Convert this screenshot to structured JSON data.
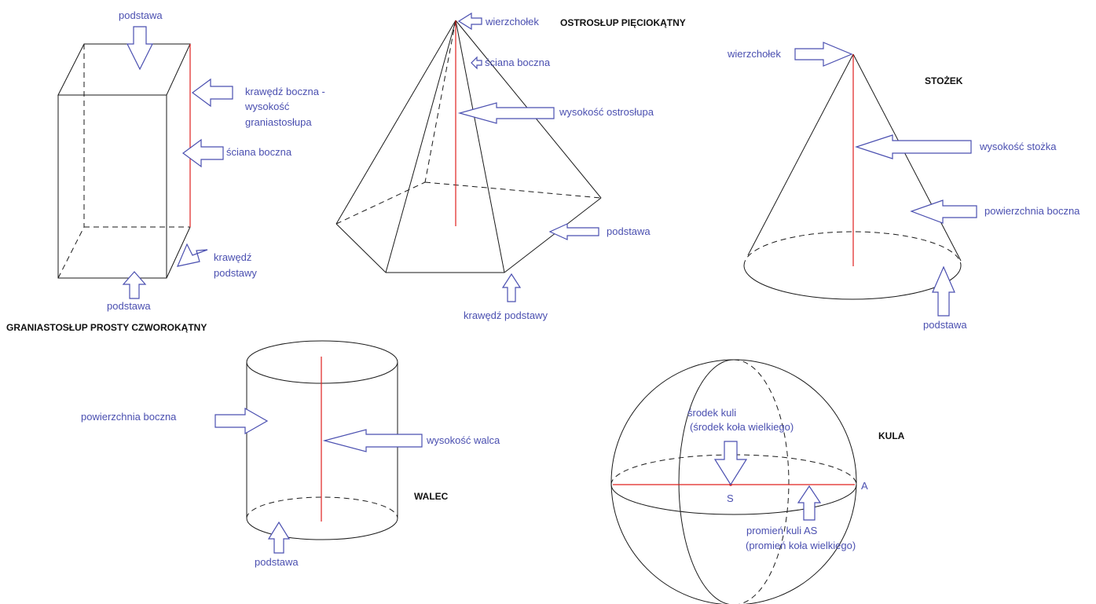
{
  "colors": {
    "label": "#4a4fb0",
    "edge": "#1a1a1a",
    "height_line": "#e0201e",
    "title": "#111111"
  },
  "prism": {
    "title": "GRANIASTOSŁUP PROSTY CZWOROKĄTNY",
    "label_top_base": "podstawa",
    "label_lateral_edge_1": "krawędź boczna -",
    "label_lateral_edge_2": "wysokość",
    "label_lateral_edge_3": "graniastosłupa",
    "label_lateral_face": "ściana boczna",
    "label_base_edge_1": "krawędź",
    "label_base_edge_2": "podstawy",
    "label_bottom_base": "podstawa"
  },
  "pyramid": {
    "title": "OSTROSŁUP PIĘCIOKĄTNY",
    "label_apex": "wierzchołek",
    "label_lateral_face": "ściana boczna",
    "label_height": "wysokość ostrosłupa",
    "label_base": "podstawa",
    "label_base_edge": "krawędź podstawy"
  },
  "cone": {
    "title": "STOŻEK",
    "label_apex": "wierzchołek",
    "label_height": "wysokość stożka",
    "label_lateral_surface": "powierzchnia boczna",
    "label_base": "podstawa"
  },
  "cylinder": {
    "title": "WALEC",
    "label_lateral_surface": "powierzchnia boczna",
    "label_height": "wysokość walca",
    "label_base": "podstawa"
  },
  "sphere": {
    "title": "KULA",
    "label_center_1": "środek kuli",
    "label_center_2": "(środek koła wielkiego)",
    "label_radius_1": "promień kuli  AS",
    "label_radius_2": "(promień koła wielkiego)",
    "point_s": "S",
    "point_a": "A"
  }
}
